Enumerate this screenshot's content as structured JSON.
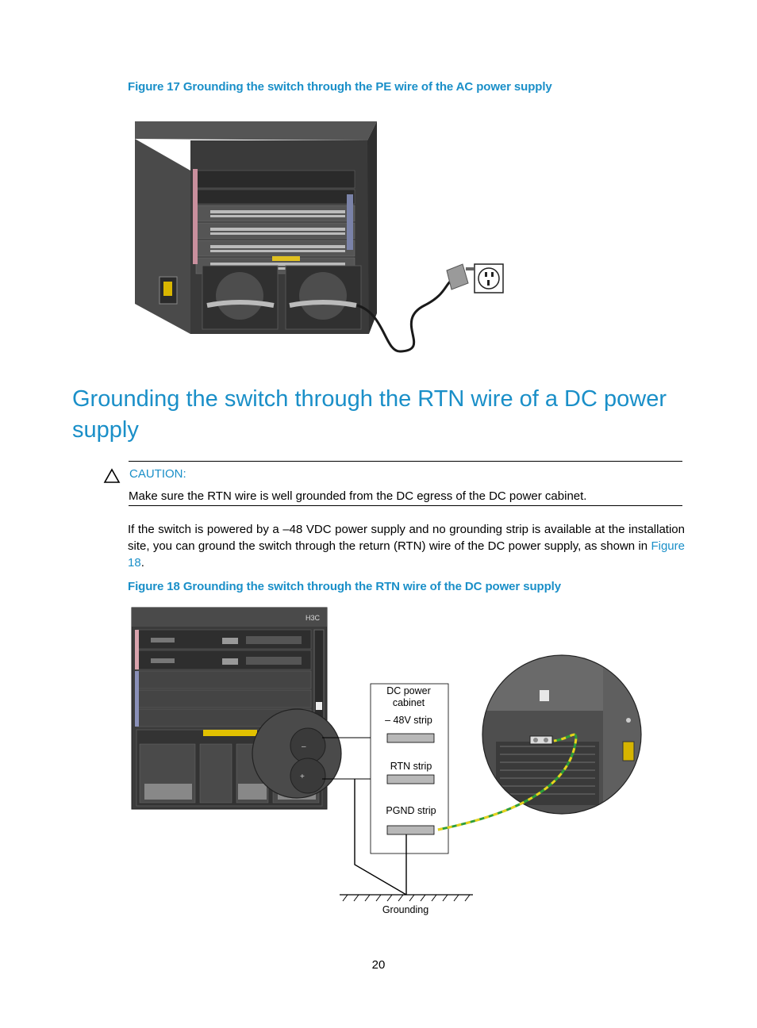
{
  "figure17": {
    "caption": "Figure 17 Grounding the switch through the PE wire of the AC power supply"
  },
  "section": {
    "title": "Grounding the switch through the RTN wire of a DC power supply"
  },
  "caution": {
    "label": "CAUTION:",
    "text": "Make sure the RTN wire is well grounded from the DC egress of the DC power cabinet."
  },
  "body": {
    "para_before_link": "If the switch is powered by a –48 VDC power supply and no grounding strip is available at the installation site, you can ground the switch through the return (RTN) wire of the DC power supply, as shown in ",
    "link": "Figure 18",
    "para_after_link": "."
  },
  "figure18": {
    "caption": "Figure 18 Grounding the switch through the RTN wire of the DC power supply",
    "labels": {
      "cabinet_line1": "DC power",
      "cabinet_line2": "cabinet",
      "strip_48v": "– 48V strip",
      "strip_rtn": "RTN strip",
      "strip_pgnd": "PGND strip",
      "grounding": "Grounding"
    }
  },
  "page": {
    "number": "20"
  },
  "colors": {
    "accent": "#1a8fc8",
    "chassis": "#3f3f3f",
    "ground_wire_green": "#2e9e3a",
    "ground_wire_yellow": "#e8d21c"
  }
}
